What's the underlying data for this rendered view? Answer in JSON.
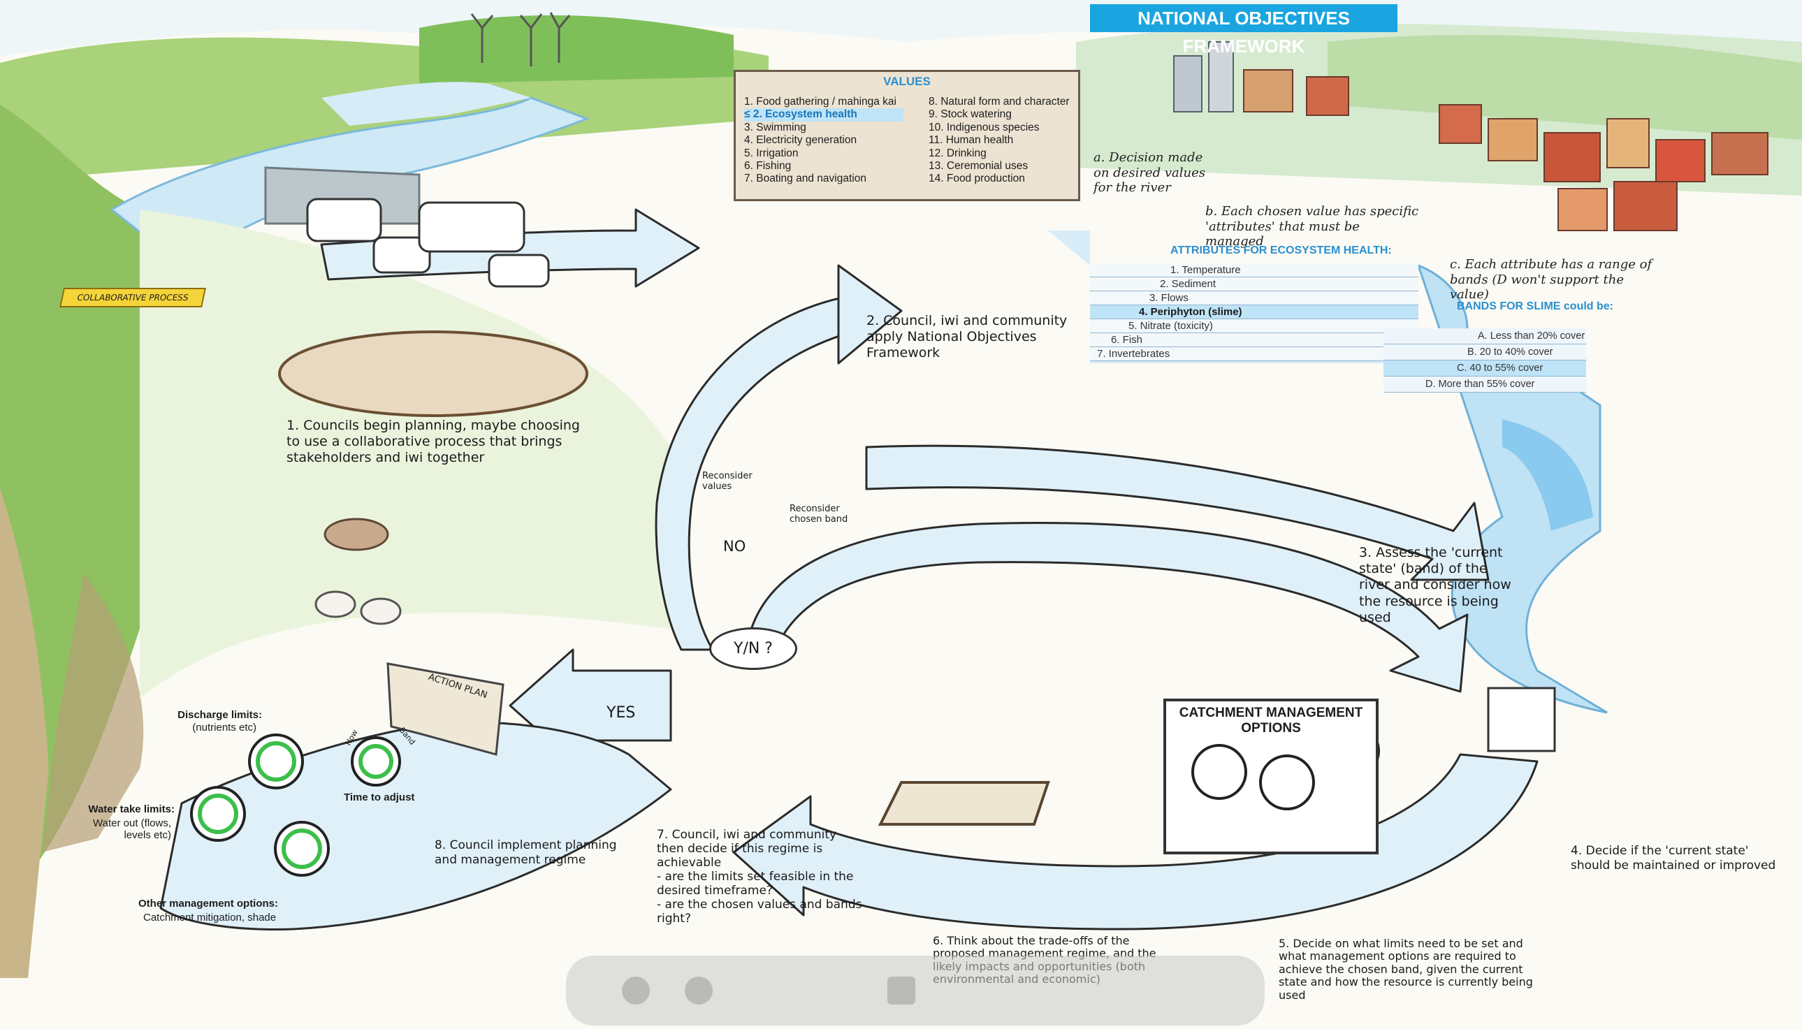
{
  "header": {
    "title": "NATIONAL OBJECTIVES FRAMEWORK"
  },
  "values_panel": {
    "title": "VALUES",
    "marker": "≤",
    "left": [
      "1. Food gathering / mahinga kai",
      "2. Ecosystem health",
      "3. Swimming",
      "4. Electricity generation",
      "5. Irrigation",
      "6. Fishing",
      "7. Boating and navigation"
    ],
    "right": [
      "8. Natural form and character",
      "9. Stock watering",
      "10. Indigenous species",
      "11. Human health",
      "12. Drinking",
      "13. Ceremonial uses",
      "14. Food production"
    ],
    "selected_index": 1
  },
  "notes": {
    "a": "a. Decision made on desired values for the river",
    "b": "b. Each chosen value has specific 'attributes' that must be managed",
    "c": "c. Each attribute has a range of bands (D won't support the value)"
  },
  "attributes": {
    "title": "ATTRIBUTES FOR ECOSYSTEM HEALTH:",
    "items": [
      "1. Temperature",
      "2. Sediment",
      "3. Flows",
      "4. Periphyton (slime)",
      "5. Nitrate (toxicity)",
      "6. Fish",
      "7. Invertebrates"
    ],
    "selected_index": 3
  },
  "bands": {
    "title": "BANDS FOR SLIME could be:",
    "items": [
      "A. Less than 20% cover",
      "B. 20 to 40% cover",
      "C. 40 to 55% cover",
      "D. More than 55% cover"
    ],
    "selected_index": 2
  },
  "steps": {
    "s1": "1. Councils begin planning, maybe choosing to use a collaborative process that brings stakeholders and iwi together",
    "s2": "2. Council, iwi and community apply National Objectives Framework",
    "s3": "3. Assess the 'current state' (band) of the river and consider how the resource is being used",
    "s4": "4. Decide if the 'current state' should be maintained or improved",
    "s5": "5. Decide on what limits need to be set and what management options are required to achieve the chosen band, given the current state and how the resource is currently being used",
    "s6": "6. Think about the trade-offs of the proposed management regime, and the likely impacts and opportunities (both environmental and economic)",
    "s7": "7. Council, iwi and community then decide if this regime is achievable\n- are the limits set feasible in the desired timeframe?\n- are the chosen values and bands right?",
    "s8": "8. Council implement planning and management regime"
  },
  "loop_labels": {
    "reconsider_values": "Reconsider values",
    "reconsider_band": "Reconsider chosen band",
    "no": "NO",
    "yes": "YES",
    "yn": "Y/N ?"
  },
  "collab_sign": "COLLABORATIVE PROCESS",
  "action_plan": "ACTION PLAN",
  "cmo": {
    "title": "CATCHMENT MANAGEMENT OPTIONS"
  },
  "limits": {
    "discharge_title": "Discharge limits:",
    "discharge_sub": "(nutrients etc)",
    "water_title": "Water take limits:",
    "water_sub": "Water out (flows, levels etc)",
    "other_title": "Other management options:",
    "other_sub": "Catchment mitigation, shade",
    "time": "Time to adjust",
    "dial_left": "Now",
    "dial_right": "Band"
  },
  "colors": {
    "accent": "#1aa5e0",
    "river": "#cfe9f6",
    "grass": "#9fcc6a",
    "arrow_outline": "#2b2b2b"
  }
}
